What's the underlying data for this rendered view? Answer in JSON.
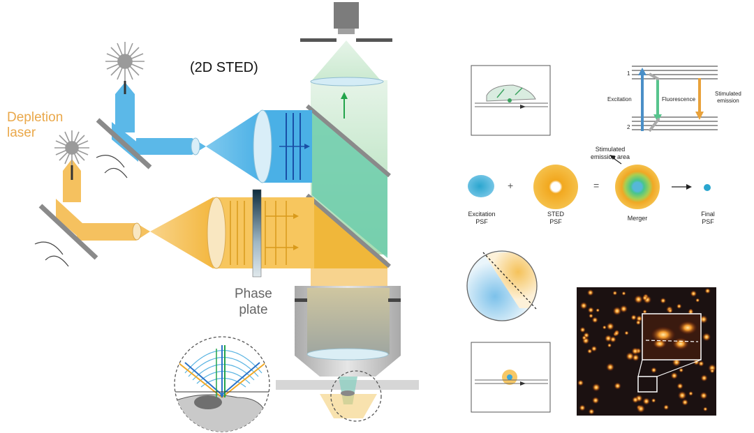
{
  "diagram_title": "(2D STED)",
  "depletion_laser_label": "Depletion\nlaser",
  "phase_plate_label": "Phase\nplate",
  "energy_levels": {
    "level_1": "1",
    "level_2": "2",
    "excitation": "Excitation",
    "fluorescence": "Fluorescence",
    "stimulated_emission": "Stimulated\nemission"
  },
  "psf_equation": {
    "plus": "+",
    "equals": "=",
    "stimulated_emission_area": "Stimulated\nemission area",
    "excitation_psf": "Excitation\nPSF",
    "sted_psf": "STED\nPSF",
    "merger": "Merger",
    "final_psf": "Final\nPSF"
  },
  "colors": {
    "excitation_blue": "#5bb8e8",
    "depletion_orange": "#f5b94a",
    "fluorescence_green": "#9fd9a8",
    "objective_gray": "#c9c9c9"
  }
}
